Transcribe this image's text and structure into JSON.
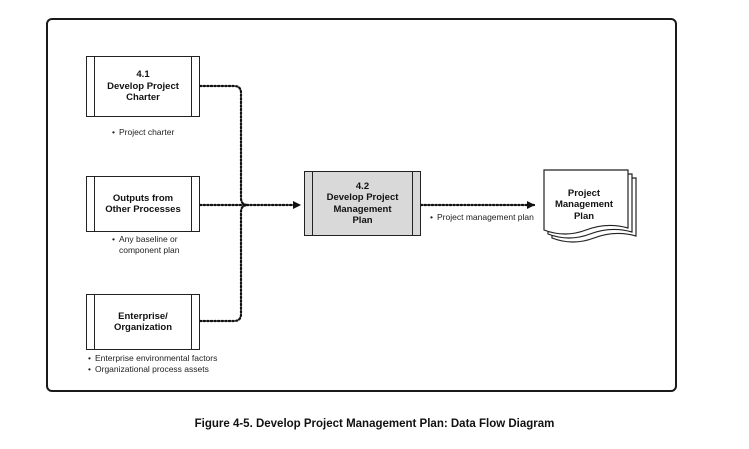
{
  "diagram": {
    "processes": [
      {
        "id": "p41",
        "lines": [
          "4.1",
          "Develop Project",
          "Charter"
        ]
      },
      {
        "id": "pother",
        "lines": [
          "Outputs from",
          "Other Processes"
        ]
      },
      {
        "id": "penterprise",
        "lines": [
          "Enterprise/",
          "Organization"
        ]
      },
      {
        "id": "p42",
        "lines": [
          "4.2",
          "Develop Project",
          "Management",
          "Plan"
        ]
      }
    ],
    "document": {
      "lines": [
        "Project",
        "Management",
        "Plan"
      ]
    },
    "notes": {
      "charter": [
        "Project charter"
      ],
      "other": [
        "Any baseline or",
        "component plan"
      ],
      "enterprise": [
        "Enterprise environmental factors",
        "Organizational process assets"
      ],
      "plan_flow": [
        "Project management plan"
      ]
    },
    "bullet": "•",
    "colors": {
      "process_fill": "#ffffff",
      "highlight_fill": "#d9d9d9",
      "line": "#111111"
    }
  },
  "caption": "Figure 4-5. Develop Project Management Plan: Data Flow Diagram"
}
